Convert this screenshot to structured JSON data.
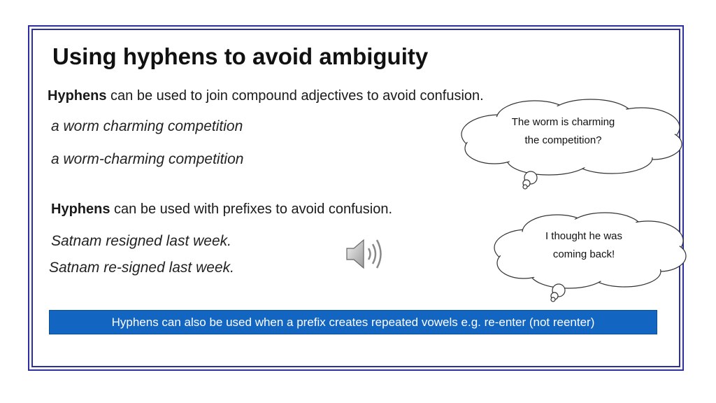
{
  "title": "Using hyphens to avoid ambiguity",
  "section1": {
    "bold": "Hyphens",
    "rest": " can be used to join compound adjectives to avoid confusion.",
    "examples": [
      "a worm charming competition",
      "a worm-charming competition"
    ],
    "cloud": {
      "line1": "The worm is charming",
      "line2": "the competition?"
    }
  },
  "section2": {
    "bold": "Hyphens",
    "rest": " can be used with prefixes to avoid confusion.",
    "examples": [
      "Satnam resigned last week.",
      "Satnam re-signed last week."
    ],
    "cloud": {
      "line1": "I thought he was",
      "line2": "coming back!"
    }
  },
  "speaker_icon": "speaker-icon",
  "banner": "Hyphens can also be used when a prefix creates repeated vowels e.g. re-enter (not reenter)",
  "colors": {
    "frame": "#2b2fa3",
    "banner": "#1266c2"
  }
}
